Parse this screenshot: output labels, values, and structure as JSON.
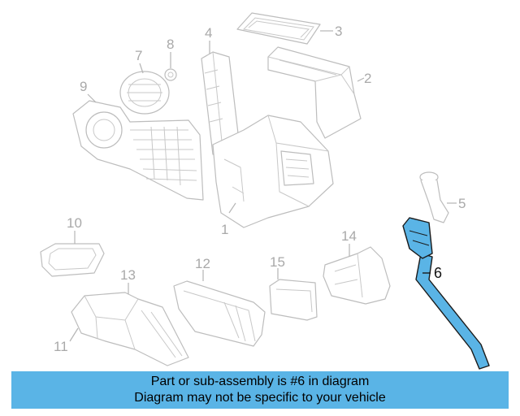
{
  "callouts": [
    "1",
    "2",
    "3",
    "4",
    "5",
    "6",
    "7",
    "8",
    "9",
    "10",
    "11",
    "12",
    "13",
    "14",
    "15"
  ],
  "highlight": {
    "part_number": "6",
    "color": "#5ab4e6"
  },
  "banner": {
    "line1": "Part or sub-assembly is #6 in diagram",
    "line2": "Diagram may not be specific to your vehicle"
  }
}
